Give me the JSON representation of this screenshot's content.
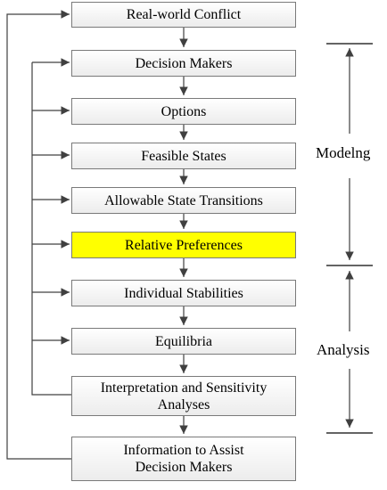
{
  "steps": [
    {
      "label": "Real-world Conflict",
      "highlight": false
    },
    {
      "label": "Decision Makers",
      "highlight": false
    },
    {
      "label": "Options",
      "highlight": false
    },
    {
      "label": "Feasible States",
      "highlight": false
    },
    {
      "label": "Allowable State Transitions",
      "highlight": false
    },
    {
      "label": "Relative Preferences",
      "highlight": true
    },
    {
      "label": "Individual Stabilities",
      "highlight": false
    },
    {
      "label": "Equilibria",
      "highlight": false
    },
    {
      "label": "Interpretation and Sensitivity Analyses",
      "highlight": false
    },
    {
      "label": "Information to Assist Decision Makers",
      "highlight": false
    }
  ],
  "phases": {
    "modeling": "Modelng",
    "analysis": "Analysis"
  },
  "colors": {
    "highlight": "#ffff00",
    "line": "#404040",
    "box_border": "#7a7a7a"
  }
}
